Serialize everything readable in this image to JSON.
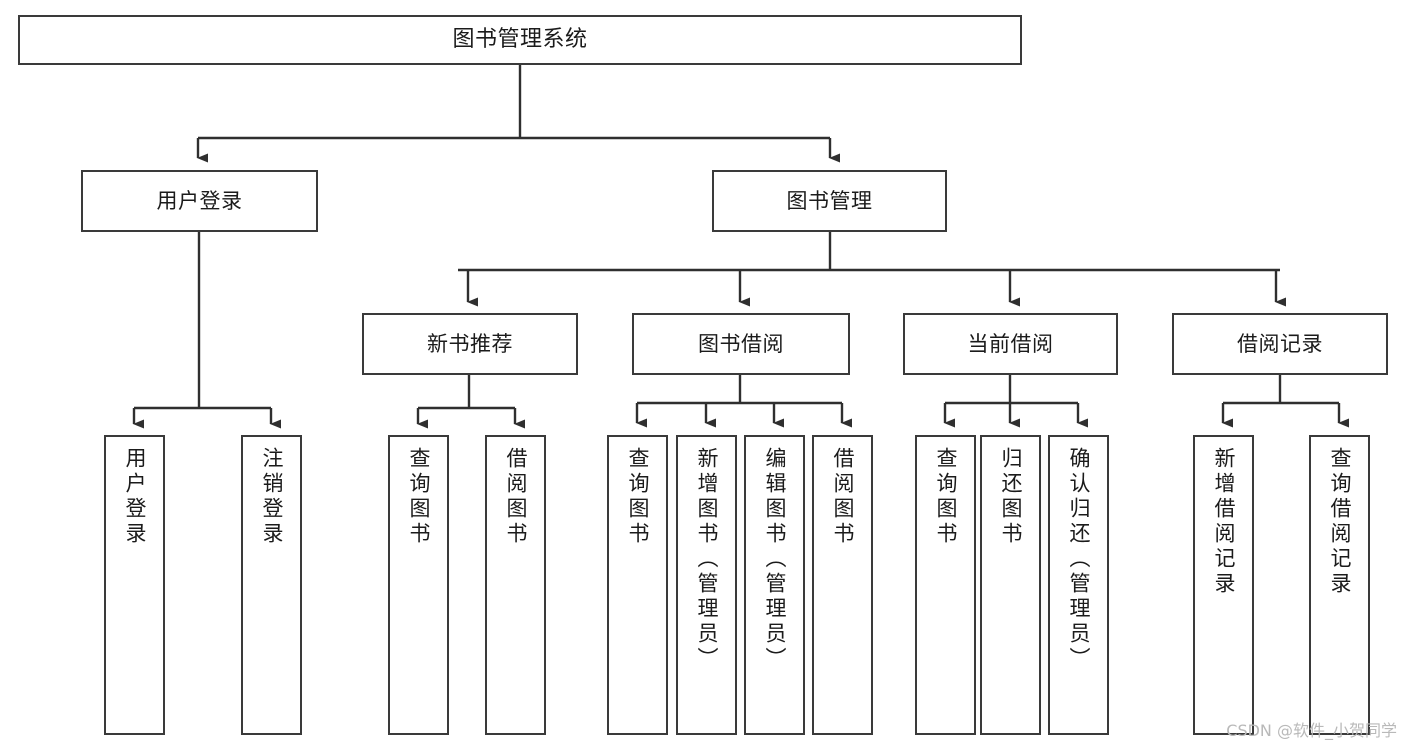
{
  "diagram": {
    "title": "图书管理系统",
    "type": "tree-hierarchy",
    "watermark": "CSDN @软件_小贺同学",
    "colors": {
      "box_border": "#3a3a3a",
      "box_fill": "#ffffff",
      "edge": "#2f2f2f",
      "text": "#1b1b1b",
      "watermark": "#b9b9b9",
      "background": "#ffffff"
    },
    "nodes": {
      "root": {
        "label": "图书管理系统"
      },
      "level2": [
        {
          "id": "user-login",
          "label": "用户登录"
        },
        {
          "id": "book-manage",
          "label": "图书管理"
        }
      ],
      "level3": [
        {
          "id": "new-book-recommend",
          "label": "新书推荐"
        },
        {
          "id": "book-borrow",
          "label": "图书借阅"
        },
        {
          "id": "current-borrow",
          "label": "当前借阅"
        },
        {
          "id": "borrow-record",
          "label": "借阅记录"
        }
      ],
      "leaves": {
        "user-login": [
          {
            "id": "leaf-user-login",
            "label": "用户登录"
          },
          {
            "id": "leaf-logout-login",
            "label": "注销登录"
          }
        ],
        "new-book-recommend": [
          {
            "id": "leaf-query-book-1",
            "label": "查询图书"
          },
          {
            "id": "leaf-borrow-book-1",
            "label": "借阅图书"
          }
        ],
        "book-borrow": [
          {
            "id": "leaf-query-book-2",
            "label": "查询图书"
          },
          {
            "id": "leaf-add-book-admin",
            "label": "新增图书（管理员）"
          },
          {
            "id": "leaf-edit-book-admin",
            "label": "编辑图书（管理员）"
          },
          {
            "id": "leaf-borrow-book-2",
            "label": "借阅图书"
          }
        ],
        "current-borrow": [
          {
            "id": "leaf-query-book-3",
            "label": "查询图书"
          },
          {
            "id": "leaf-return-book",
            "label": "归还图书"
          },
          {
            "id": "leaf-confirm-return-admin",
            "label": "确认归还（管理员）"
          }
        ],
        "borrow-record": [
          {
            "id": "leaf-add-borrow-record",
            "label": "新增借阅记录"
          },
          {
            "id": "leaf-query-borrow-record",
            "label": "查询借阅记录"
          }
        ]
      }
    }
  }
}
